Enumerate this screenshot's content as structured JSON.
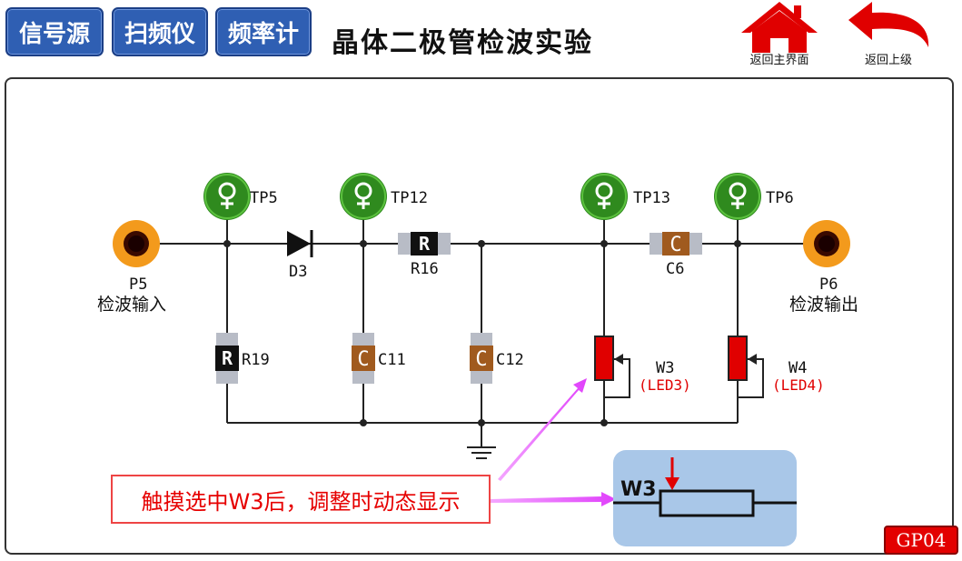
{
  "toolbar": {
    "signal_source": "信号源",
    "sweeper": "扫频仪",
    "freq_counter": "频率计"
  },
  "title": "晶体二极管检波实验",
  "nav": {
    "home_label": "返回主界面",
    "back_label": "返回上级"
  },
  "colors": {
    "button_blue": "#2f5fb3",
    "testpoint_green": "#2f8a1e",
    "jack_orange": "#f39a1c",
    "pot_red": "#e00000",
    "capacitor_brown": "#a05a1e",
    "callout_magenta": "#e040fb"
  },
  "circuit": {
    "input_jack": {
      "id": "P5",
      "label": "检波输入"
    },
    "output_jack": {
      "id": "P6",
      "label": "检波输出"
    },
    "test_points": [
      "TP5",
      "TP12",
      "TP13",
      "TP6"
    ],
    "diode": "D3",
    "resistors": [
      {
        "id": "R16",
        "symbol": "R"
      },
      {
        "id": "R19",
        "symbol": "R"
      }
    ],
    "capacitors": [
      {
        "id": "C6",
        "symbol": "C"
      },
      {
        "id": "C11",
        "symbol": "C"
      },
      {
        "id": "C12",
        "symbol": "C"
      }
    ],
    "potentiometers": [
      {
        "id": "W3",
        "note": "(LED3)"
      },
      {
        "id": "W4",
        "note": "(LED4)"
      }
    ]
  },
  "callout_text": "触摸选中W3后，调整时动态显示",
  "pot_display_label": "W3",
  "board_code": "GP04"
}
